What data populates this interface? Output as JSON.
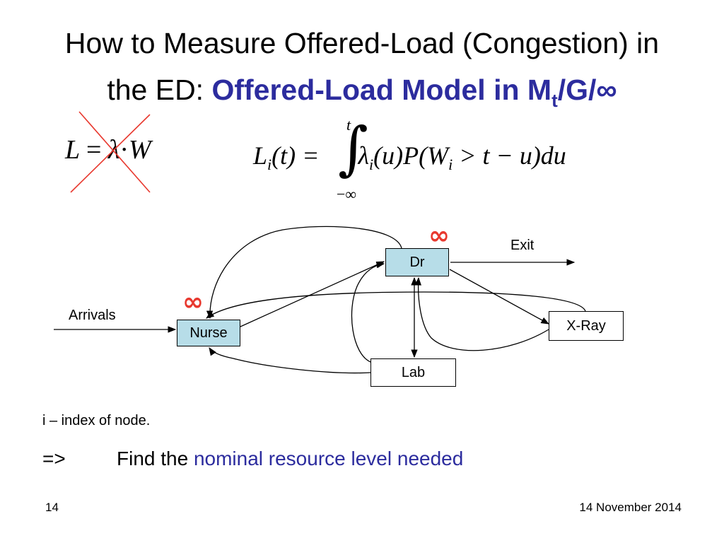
{
  "title": {
    "line1": "How to Measure Offered-Load (Congestion) in",
    "line2_prefix": "the ED: ",
    "line2_accent": "Offered-Load Model in M",
    "line2_sub": "t",
    "line2_suffix": "/G/∞"
  },
  "formulas": {
    "little_law": {
      "lhs": "L",
      "eq": "=",
      "lambda": "λ",
      "dot": "·",
      "w": "W"
    },
    "offered_load": {
      "lhs": "L",
      "lhs_sub": "i",
      "lhs_arg": "(t) = ",
      "upper": "t",
      "lower": "−∞",
      "integral": "∫",
      "lambda": "λ",
      "lambda_sub": "i",
      "rest_a": "(u)P(W",
      "w_sub": "i",
      "rest_b": " > t − u)du"
    }
  },
  "diagram": {
    "nodes": {
      "nurse": "Nurse",
      "dr": "Dr",
      "xray": "X-Ray",
      "lab": "Lab"
    },
    "arrivals_label": "Arrivals",
    "exit_label": "Exit",
    "infinity_symbol": "∞",
    "colors": {
      "node_fill": "#b7dde8",
      "infinity": "#e8392f",
      "cross": "#e8392f"
    }
  },
  "notes": {
    "index_note": "i  – index of node.",
    "implies": "=>",
    "conclusion_prefix": "Find the ",
    "conclusion_accent": "nominal resource level needed"
  },
  "footer": {
    "slide_number": "14",
    "date": "14 November 2014"
  },
  "colors": {
    "accent": "#2c2c9e"
  }
}
